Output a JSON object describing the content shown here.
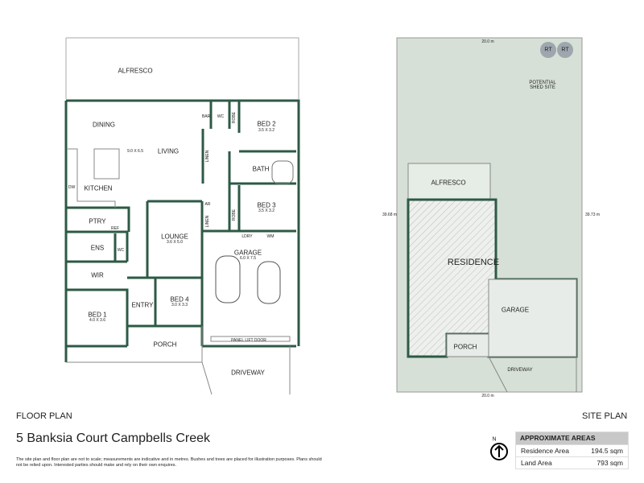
{
  "floor_plan": {
    "heading": "FLOOR PLAN",
    "rooms": {
      "alfresco": "ALFRESCO",
      "dining": "DINING",
      "living": "LIVING",
      "living_dim": "9.0 X 6.5",
      "kitchen": "KITCHEN",
      "dw": "DW",
      "bar": "BAR",
      "wc": "WC",
      "robe": "ROBE",
      "bed2": "BED 2",
      "bed2_dim": "3.5 X 3.2",
      "linen": "LINEN",
      "bath": "BATH",
      "bed3": "BED 3",
      "bed3_dim": "3.5 X 3.2",
      "ar": "AR",
      "ptry": "PTRY",
      "ref": "REF",
      "ens": "ENS",
      "lounge": "LOUNGE",
      "lounge_dim": "3.6 X 5.0",
      "ldry": "LDRY",
      "wm": "WM",
      "garage": "GARAGE",
      "garage_dim": "6.0 X 7.5",
      "wir": "WIR",
      "entry": "ENTRY",
      "bed4": "BED 4",
      "bed4_dim": "3.0 X 3.3",
      "bed1": "BED 1",
      "bed1_dim": "4.0 X 3.6",
      "porch": "PORCH",
      "panel_lift_door": "PANEL LIFT DOOR",
      "driveway": "DRIVEWAY"
    }
  },
  "site_plan": {
    "heading": "SITE PLAN",
    "top_dim": "20.0 m",
    "bottom_dim": "20.0 m",
    "left_dim": "39.68 m",
    "right_dim": "39.73 m",
    "rt1": "RT",
    "rt2": "RT",
    "shed": "POTENTIAL SHED SITE",
    "alfresco": "ALFRESCO",
    "residence": "RESIDENCE",
    "garage": "GARAGE",
    "porch": "PORCH",
    "driveway": "DRIVEWAY"
  },
  "address": "5 Banksia Court Campbells Creek",
  "disclaimer": "The site plan and floor plan are not to scale; measurements are indicative and in metres. Bushes and trees are placed for illustration purposes. Plans should not be relied upon. Interested parties should make and rely on their own enquires.",
  "compass": "N",
  "areas": {
    "title": "APPROXIMATE AREAS",
    "rows": [
      {
        "label": "Residence Area",
        "value": "194.5 sqm"
      },
      {
        "label": "Land Area",
        "value": "793 sqm"
      }
    ]
  },
  "colors": {
    "wall": "#2d5a45",
    "site_fill": "#d6e0d6"
  }
}
